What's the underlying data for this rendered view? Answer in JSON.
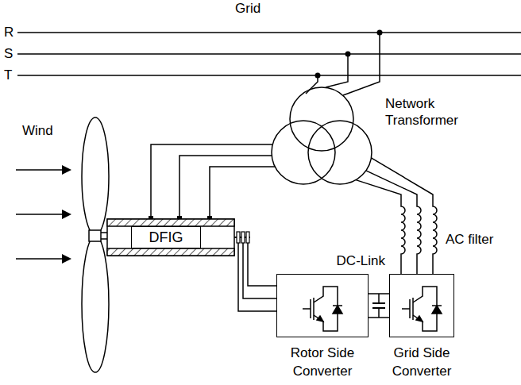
{
  "diagram": {
    "nodes": [
      {
        "text": [
          "Network Transformer"
        ]
      },
      {
        "text": [
          "DFIG"
        ]
      },
      {
        "text": [
          "Rotor Side Converter"
        ]
      },
      {
        "text": [
          "Grid Side Converter"
        ]
      }
    ],
    "edges": [
      {
        "from": 1,
        "to": 0,
        "arrow": "none"
      },
      {
        "from": 1,
        "to": 2,
        "arrow": "none"
      },
      {
        "from": 2,
        "to": 3,
        "label": "DC-Link",
        "arrow": "none"
      },
      {
        "from": 3,
        "to": 0,
        "label": "AC filter",
        "arrow": "none"
      }
    ],
    "labels": [
      "Grid",
      "R",
      "S",
      "T",
      "Wind"
    ]
  }
}
